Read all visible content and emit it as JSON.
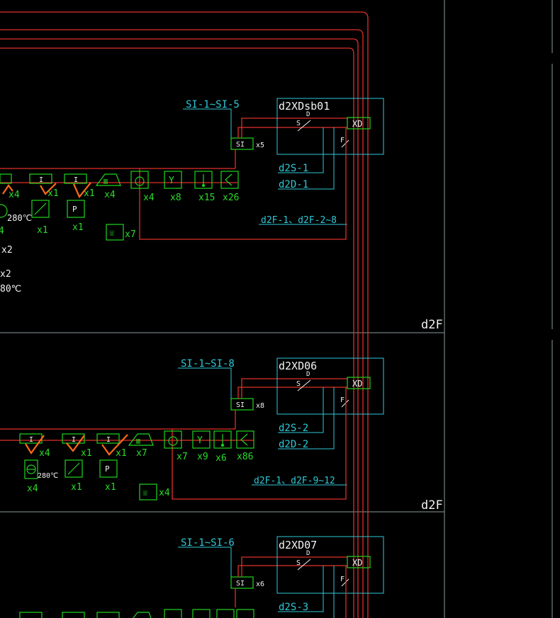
{
  "floor_label": "d2F",
  "sections": [
    {
      "range_label": "SI-1~SI-5",
      "panel_id": "d2XDsb01",
      "xd_label": "XD",
      "si_label": "SI",
      "si_count": "x5",
      "s_label": "S",
      "d_label": "D",
      "f_label": "F",
      "circuit_s": "d2S-1",
      "circuit_d": "d2D-1",
      "fire_circuits": "d2F-1、d2F-2~8",
      "device_counts": [
        "x4",
        "x1",
        "x1",
        "x4",
        "x4",
        "x8",
        "x15",
        "x26"
      ],
      "lower_counts": [
        "4",
        "x1",
        "x1"
      ],
      "temp_label": "280℃",
      "extra_count": "x7",
      "left_partial": [
        "x2",
        "x2",
        "80℃"
      ]
    },
    {
      "range_label": "SI-1~SI-8",
      "panel_id": "d2XD06",
      "xd_label": "XD",
      "si_label": "SI",
      "si_count": "x8",
      "s_label": "S",
      "d_label": "D",
      "f_label": "F",
      "circuit_s": "d2S-2",
      "circuit_d": "d2D-2",
      "fire_circuits": "d2F-1、d2F-9~12",
      "device_counts": [
        "x4",
        "x1",
        "x1",
        "x7",
        "x7",
        "x9",
        "x6",
        "x86"
      ],
      "lower_counts": [
        "x4",
        "x1",
        "x1"
      ],
      "temp_label": "280℃",
      "extra_count": "x4"
    },
    {
      "range_label": "SI-1~SI-6",
      "panel_id": "d2XD07",
      "xd_label": "XD",
      "si_label": "SI",
      "si_count": "x6",
      "s_label": "S",
      "d_label": "D",
      "f_label": "F",
      "circuit_s": "d2S-3"
    }
  ],
  "device_glyphs": {
    "manual_alarm": "I",
    "pressure": "P",
    "smoke_vent": "Y"
  },
  "colors": {
    "background": "#000000",
    "wiring": "#e0302a",
    "devices": "#1fd61f",
    "annotation": "#2fc8d8",
    "valve_mark": "#ff6a1a",
    "text": "#f2f2f2"
  }
}
